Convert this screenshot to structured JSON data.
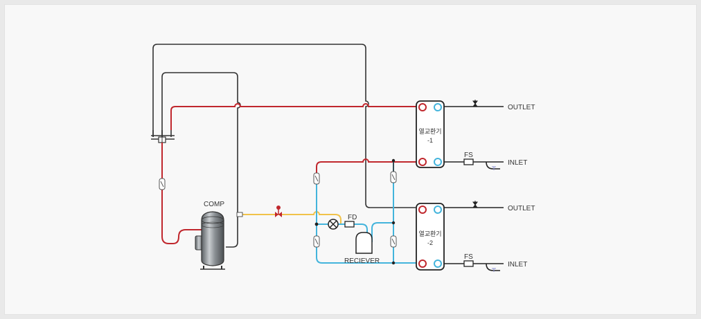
{
  "colors": {
    "hot_gas": "#c0272d",
    "liquid": "#f0c24a",
    "suction": "#43b4dc",
    "control": "#333333",
    "water": "#222222"
  },
  "labels": {
    "comp": "COMP",
    "receiver": "RECIEVER",
    "fd": "FD",
    "fs1": "FS",
    "fs2": "FS",
    "outlet1": "OUTLET",
    "outlet2": "OUTLET",
    "inlet1": "INLET",
    "inlet2": "INLET",
    "hx1_line1": "열교환기",
    "hx1_line2": "-1",
    "hx2_line1": "열교환기",
    "hx2_line2": "-2"
  },
  "icons": {
    "expansion_valve": "expansion-valve-icon",
    "solenoid_valve": "solenoid-valve-icon",
    "sight_glass": "sight-glass-icon",
    "flow_switch": "flow-switch-icon",
    "air_vent": "air-vent-icon"
  }
}
